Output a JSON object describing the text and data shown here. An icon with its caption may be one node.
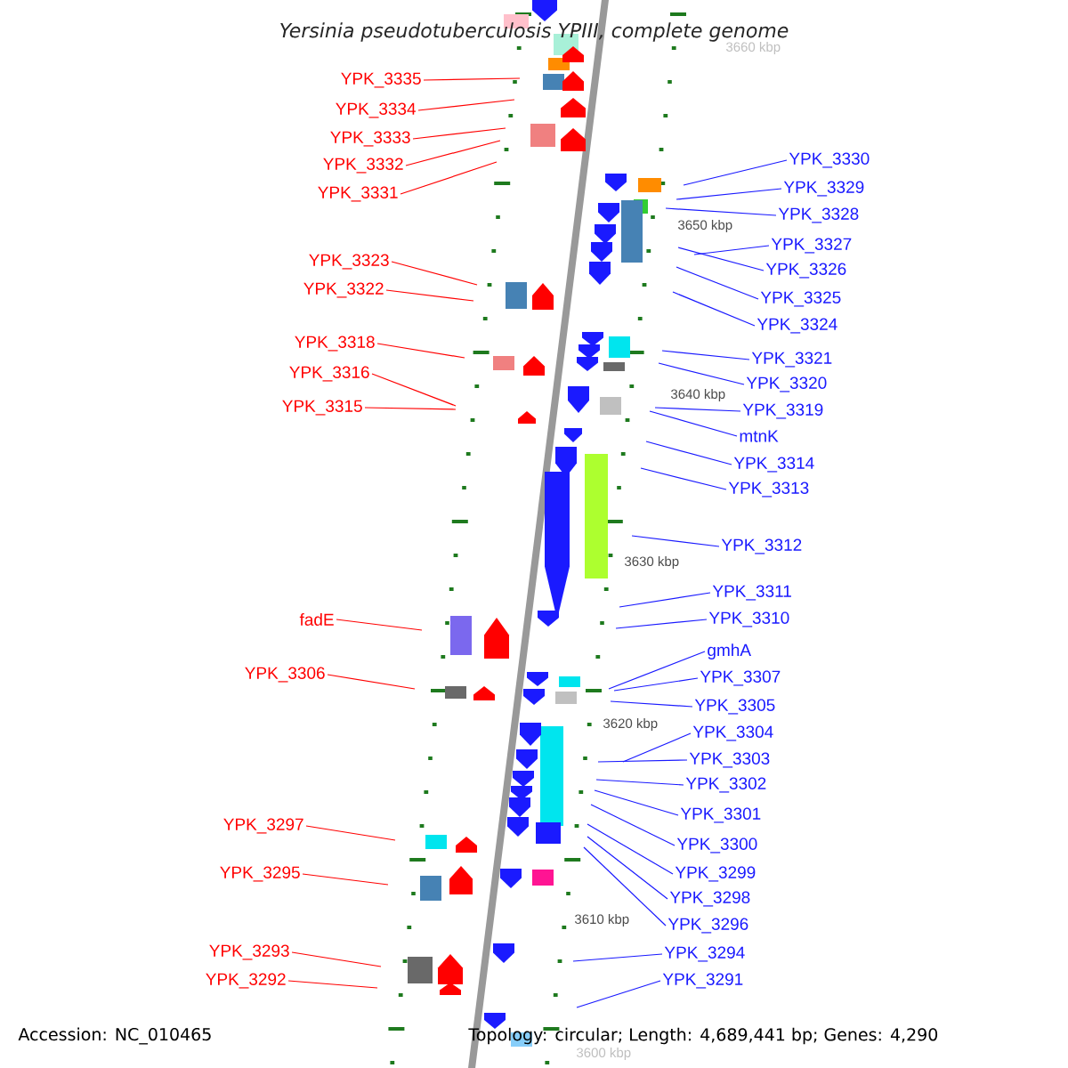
{
  "diagram": {
    "title": "*Yersinia pseudotuberculosis* YPIII, complete genome",
    "nodes": [
      {
        "text": [
          "YPK_3335"
        ]
      },
      {
        "text": [
          "YPK_3334"
        ]
      },
      {
        "text": [
          "YPK_3333"
        ]
      },
      {
        "text": [
          "YPK_3332"
        ]
      },
      {
        "text": [
          "YPK_3331"
        ]
      },
      {
        "text": [
          "YPK_3323"
        ]
      },
      {
        "text": [
          "YPK_3322"
        ]
      },
      {
        "text": [
          "YPK_3318"
        ]
      },
      {
        "text": [
          "YPK_3316"
        ]
      },
      {
        "text": [
          "YPK_3315"
        ]
      },
      {
        "text": [
          "fadE"
        ]
      },
      {
        "text": [
          "YPK_3306"
        ]
      },
      {
        "text": [
          "YPK_3297"
        ]
      },
      {
        "text": [
          "YPK_3295"
        ]
      },
      {
        "text": [
          "YPK_3293"
        ]
      },
      {
        "text": [
          "YPK_3292"
        ]
      },
      {
        "text": [
          "YPK_3330"
        ]
      },
      {
        "text": [
          "YPK_3329"
        ]
      },
      {
        "text": [
          "YPK_3328"
        ]
      },
      {
        "text": [
          "YPK_3327"
        ]
      },
      {
        "text": [
          "YPK_3326"
        ]
      },
      {
        "text": [
          "YPK_3325"
        ]
      },
      {
        "text": [
          "YPK_3324"
        ]
      },
      {
        "text": [
          "YPK_3321"
        ]
      },
      {
        "text": [
          "YPK_3320"
        ]
      },
      {
        "text": [
          "YPK_3319"
        ]
      },
      {
        "text": [
          "mtnK"
        ]
      },
      {
        "text": [
          "YPK_3314"
        ]
      },
      {
        "text": [
          "YPK_3313"
        ]
      },
      {
        "text": [
          "YPK_3312"
        ]
      },
      {
        "text": [
          "YPK_3311"
        ]
      },
      {
        "text": [
          "YPK_3310"
        ]
      },
      {
        "text": [
          "gmhA"
        ]
      },
      {
        "text": [
          "YPK_3307"
        ]
      },
      {
        "text": [
          "YPK_3305"
        ]
      },
      {
        "text": [
          "YPK_3304"
        ]
      },
      {
        "text": [
          "YPK_3303"
        ]
      },
      {
        "text": [
          "YPK_3302"
        ]
      },
      {
        "text": [
          "YPK_3301"
        ]
      },
      {
        "text": [
          "YPK_3300"
        ]
      },
      {
        "text": [
          "YPK_3299"
        ]
      },
      {
        "text": [
          "YPK_3298"
        ]
      },
      {
        "text": [
          "YPK_3296"
        ]
      },
      {
        "text": [
          "YPK_3294"
        ]
      },
      {
        "text": [
          "YPK_3291"
        ]
      }
    ],
    "edges": [
      {
        "from": 0,
        "to": null,
        "arrow": "none",
        "color": "#ff0000"
      },
      {
        "from": 1,
        "to": null,
        "arrow": "none",
        "color": "#ff0000"
      },
      {
        "from": 2,
        "to": null,
        "arrow": "none",
        "color": "#ff0000"
      },
      {
        "from": 3,
        "to": null,
        "arrow": "none",
        "color": "#ff0000"
      },
      {
        "from": 4,
        "to": null,
        "arrow": "none",
        "color": "#ff0000"
      },
      {
        "from": 5,
        "to": null,
        "arrow": "none",
        "color": "#ff0000"
      },
      {
        "from": 6,
        "to": null,
        "arrow": "none",
        "color": "#ff0000"
      },
      {
        "from": 7,
        "to": null,
        "arrow": "none",
        "color": "#ff0000"
      },
      {
        "from": 8,
        "to": null,
        "arrow": "none",
        "color": "#ff0000"
      },
      {
        "from": 9,
        "to": null,
        "arrow": "none",
        "color": "#ff0000"
      },
      {
        "from": 10,
        "to": null,
        "arrow": "none",
        "color": "#ff0000"
      },
      {
        "from": 11,
        "to": null,
        "arrow": "none",
        "color": "#ff0000"
      },
      {
        "from": 12,
        "to": null,
        "arrow": "none",
        "color": "#ff0000"
      },
      {
        "from": 13,
        "to": null,
        "arrow": "none",
        "color": "#ff0000"
      },
      {
        "from": 14,
        "to": null,
        "arrow": "none",
        "color": "#ff0000"
      },
      {
        "from": 15,
        "to": null,
        "arrow": "none",
        "color": "#ff0000"
      },
      {
        "from": 16,
        "to": null,
        "arrow": "none"
      },
      {
        "from": 17,
        "to": null,
        "arrow": "none"
      },
      {
        "from": 18,
        "to": null,
        "arrow": "none"
      },
      {
        "from": 19,
        "to": null,
        "arrow": "none"
      },
      {
        "from": 20,
        "to": null,
        "arrow": "none"
      },
      {
        "from": 21,
        "to": null,
        "arrow": "none"
      },
      {
        "from": 22,
        "to": null,
        "arrow": "none"
      },
      {
        "from": 23,
        "to": null,
        "arrow": "none"
      },
      {
        "from": 24,
        "to": null,
        "arrow": "none"
      },
      {
        "from": 25,
        "to": null,
        "arrow": "none"
      },
      {
        "from": 26,
        "to": null,
        "arrow": "none"
      },
      {
        "from": 27,
        "to": null,
        "arrow": "none"
      },
      {
        "from": 28,
        "to": null,
        "arrow": "none"
      },
      {
        "from": 29,
        "to": null,
        "arrow": "none"
      },
      {
        "from": 30,
        "to": null,
        "arrow": "none"
      },
      {
        "from": 31,
        "to": null,
        "arrow": "none"
      },
      {
        "from": 32,
        "to": null,
        "arrow": "none"
      },
      {
        "from": 33,
        "to": null,
        "arrow": "none"
      },
      {
        "from": 34,
        "to": null,
        "arrow": "none"
      },
      {
        "from": 35,
        "to": null,
        "arrow": "none"
      },
      {
        "from": 36,
        "to": null,
        "arrow": "none"
      },
      {
        "from": 37,
        "to": null,
        "arrow": "none"
      },
      {
        "from": 38,
        "to": null,
        "arrow": "none"
      },
      {
        "from": 39,
        "to": null,
        "arrow": "none"
      },
      {
        "from": 40,
        "to": null,
        "arrow": "none"
      },
      {
        "from": 41,
        "to": null,
        "arrow": "none"
      },
      {
        "from": 42,
        "to": null,
        "arrow": "none"
      },
      {
        "from": 43,
        "to": null,
        "arrow": "none"
      },
      {
        "from": 44,
        "to": null,
        "arrow": "none"
      }
    ],
    "labels": [
      "3660 kbp",
      "3650 kbp",
      "3640 kbp",
      "3630 kbp",
      "3620 kbp",
      "3610 kbp",
      "3600 kbp",
      "Accession: NC_010465",
      "Topology: circular; Length: 4,689,441 bp; Genes: 4,290"
    ]
  }
}
